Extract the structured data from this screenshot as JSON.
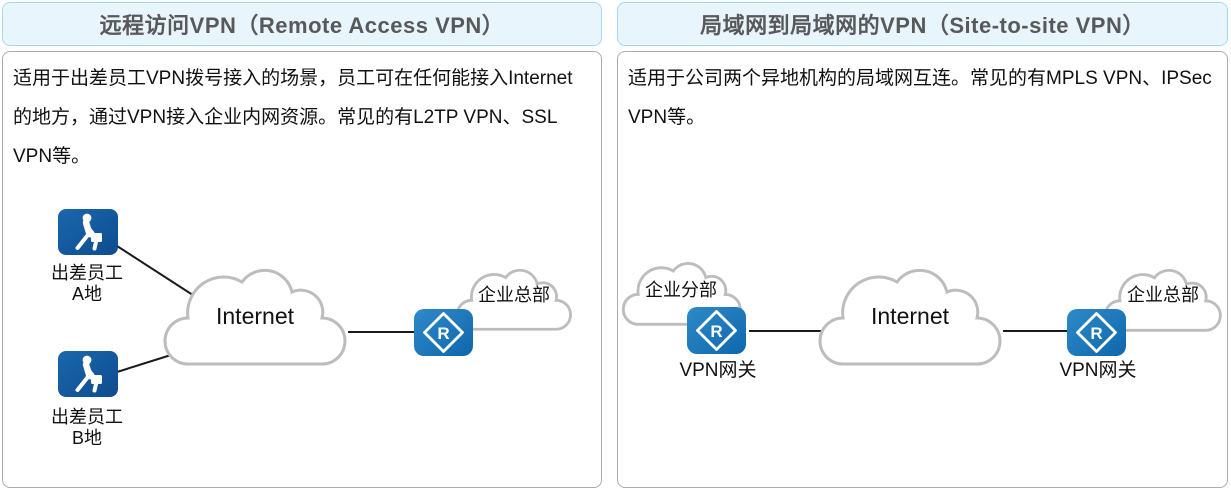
{
  "panels": {
    "remote": {
      "title": "远程访问VPN（Remote Access VPN）",
      "description": "适用于出差员工VPN拨号接入的场景，员工可在任何能接入Internet的地方，通过VPN接入企业内网资源。常见的有L2TP VPN、SSL VPN等。",
      "diagram": {
        "traveler_a_line1": "出差员工",
        "traveler_a_line2": "A地",
        "traveler_b_line1": "出差员工",
        "traveler_b_line2": "B地",
        "internet_label": "Internet",
        "hq_label": "企业总部",
        "router_letter": "R"
      }
    },
    "site": {
      "title": "局域网到局域网的VPN（Site-to-site VPN）",
      "description": "适用于公司两个异地机构的局域网互连。常见的有MPLS VPN、IPSec VPN等。",
      "diagram": {
        "branch_label": "企业分部",
        "hq_label": "企业总部",
        "internet_label": "Internet",
        "gateway1_label": "VPN网关",
        "gateway2_label": "VPN网关",
        "router_letter": "R"
      }
    }
  },
  "colors": {
    "header_bg": "#e9f5fc",
    "header_border": "#a6d9f1",
    "header_text": "#58595b",
    "body_border": "#ababab",
    "traveler_blue": "#11569b",
    "router_blue": "#1272b9",
    "cloud_stroke": "#bdbdbd",
    "link_black": "#1a1a1a"
  }
}
